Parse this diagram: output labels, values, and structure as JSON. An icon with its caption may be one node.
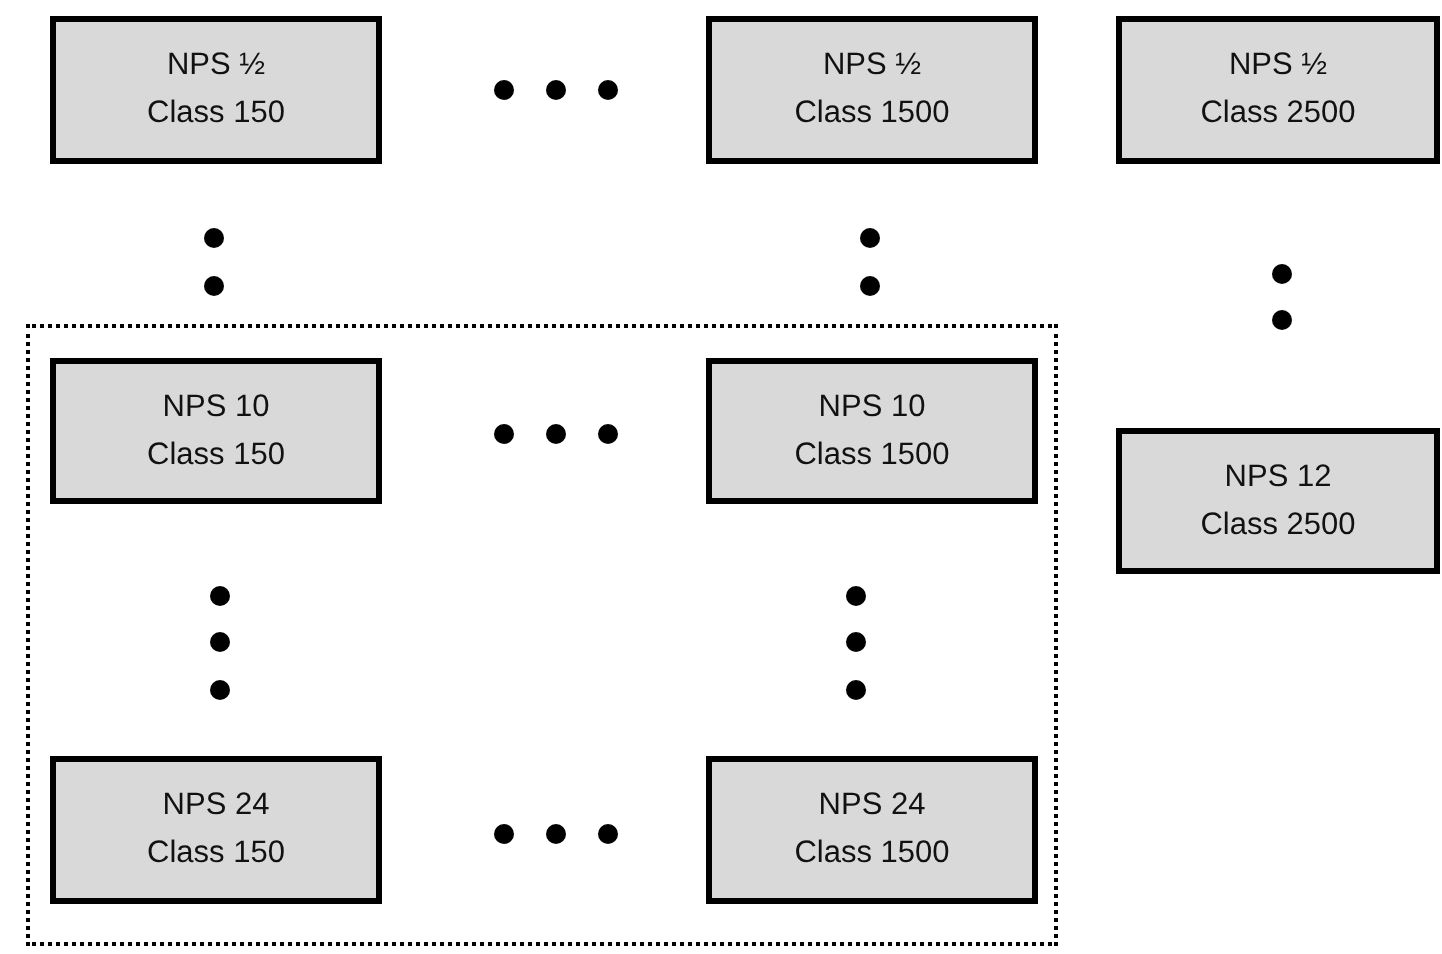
{
  "diagram": {
    "nodes": [
      {
        "text": [
          "NPS ½",
          "Class 150"
        ]
      },
      {
        "text": [
          "NPS ½",
          "Class 1500"
        ]
      },
      {
        "text": [
          "NPS ½",
          "Class 2500"
        ]
      },
      {
        "text": [],
        "shape": "box"
      },
      {
        "text": [
          "NPS 10",
          "Class 150"
        ],
        "in": 3
      },
      {
        "text": [
          "NPS 10",
          "Class 1500"
        ],
        "in": 3
      },
      {
        "text": [
          "NPS 12",
          "Class 2500"
        ]
      },
      {
        "text": [
          "NPS 24",
          "Class 150"
        ],
        "in": 3
      },
      {
        "text": [
          "NPS 24",
          "Class 1500"
        ],
        "in": 3
      }
    ]
  }
}
